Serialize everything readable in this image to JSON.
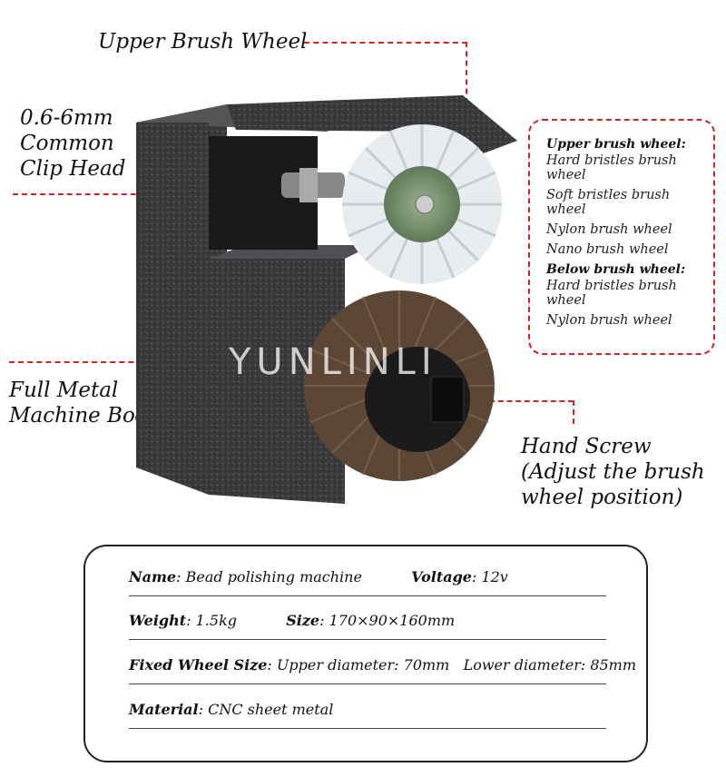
{
  "callouts": {
    "upper_brush_wheel": "Upper Brush Wheel",
    "clip_head_line1": "0.6-6mm",
    "clip_head_line2": "Common",
    "clip_head_line3": "Clip Head",
    "body_line1": "Full Metal",
    "body_line2": "Machine Body",
    "screw_line1": "Hand Screw",
    "screw_line2": "(Adjust the brush",
    "screw_line3": "wheel position)"
  },
  "options": {
    "upper_heading": "Upper brush wheel:",
    "upper_items": [
      "Hard bristles brush wheel",
      "Soft bristles brush wheel",
      "Nylon brush wheel",
      "Nano brush wheel"
    ],
    "lower_heading": "Below brush wheel:",
    "lower_items": [
      "Hard bristles brush wheel",
      "Nylon brush wheel"
    ]
  },
  "watermark": "YUNLINLI",
  "spec": {
    "name_label": "Name",
    "name_value": "Bead polishing machine",
    "voltage_label": "Voltage",
    "voltage_value": "12v",
    "weight_label": "Weight",
    "weight_value": "1.5kg",
    "size_label": "Size",
    "size_value": "170×90×160mm",
    "wheel_size_label": "Fixed Wheel Size",
    "wheel_size_value": "Upper diameter: 70mm   Lower diameter: 85mm",
    "material_label": "Material",
    "material_value": "CNC sheet metal"
  },
  "colors": {
    "accent_dash": "#d42424",
    "machine_body": "#3a3a3c"
  }
}
